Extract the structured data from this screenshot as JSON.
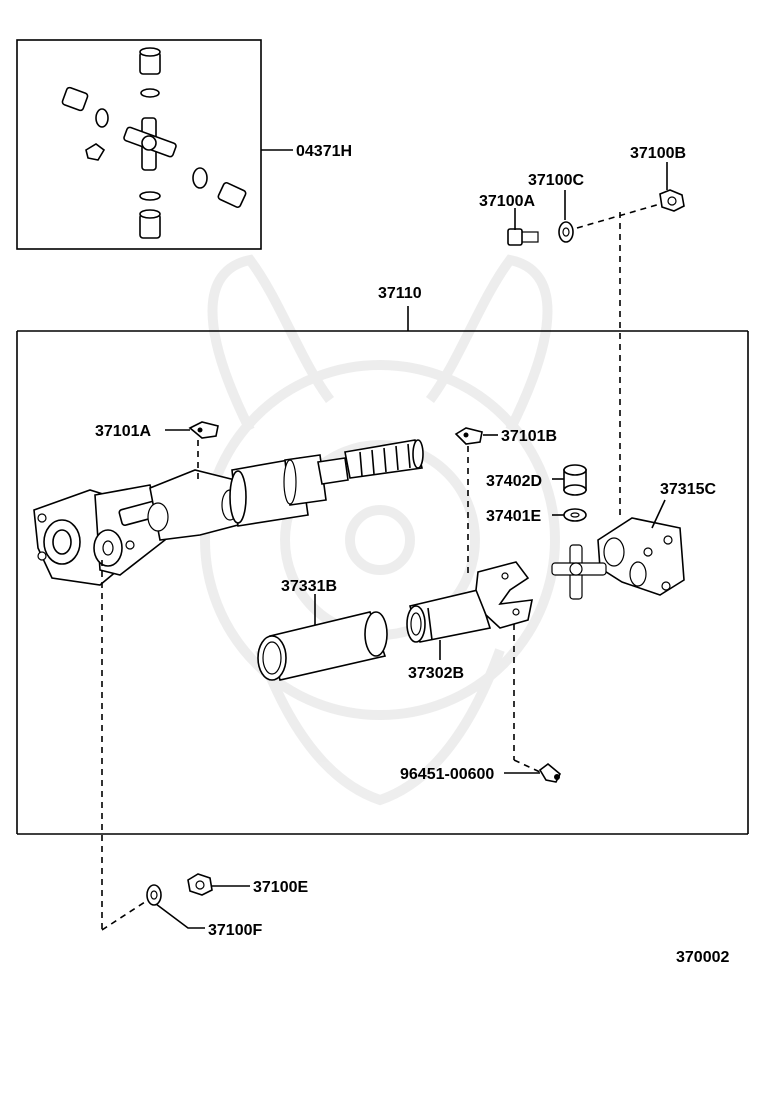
{
  "labels": {
    "kit": "04371H",
    "shaft_assy": "37110",
    "bolt": "37100A",
    "washer_c": "37100C",
    "nut_b": "37100B",
    "washer_a": "37101A",
    "washer_b": "37101B",
    "fitting_d": "37402D",
    "fitting_e": "37401E",
    "yoke_c": "37315C",
    "sleeve": "37331B",
    "yoke_b": "37302B",
    "grease_fitting": "96451-00600",
    "nut_e": "37100E",
    "washer_f": "37100F"
  },
  "diagram_id": "370002"
}
